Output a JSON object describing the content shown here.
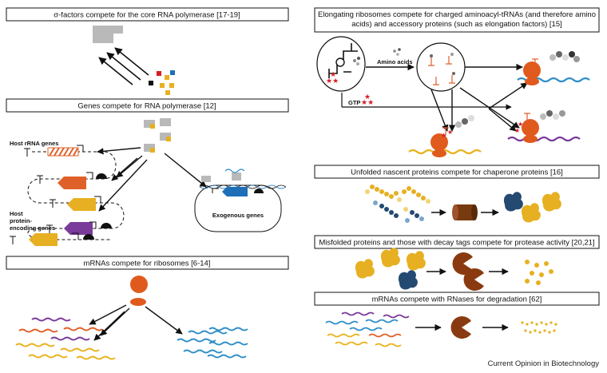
{
  "panels": {
    "sigma": "σ-factors compete for the core RNA polymerase  [17-19]",
    "genes": "Genes compete for RNA polymerase [12]",
    "mrna_ribosomes": "mRNAs compete for ribosomes  [6-14]",
    "elongating": [
      "Elongating ribosomes compete for charged aminoacyl-tRNAs (and therefore amino",
      "acids) and accessory proteins (such as elongation factors) [15]"
    ],
    "unfolded": "Unfolded nascent proteins compete for chaperone proteins [16]",
    "misfolded": "Misfolded proteins and those with decay tags compete for protease activity [20,21]",
    "rnases": "mRNAs compete with RNases for degradation [62]"
  },
  "labels": {
    "host_rrna": "Host rRNA genes",
    "host_protein": [
      "Host",
      "protein-",
      "encoding genes"
    ],
    "exogenous": "Exogenous genes",
    "amino_acids": "Amino acids",
    "gtp": "GTP"
  },
  "footer": "Current Opinion in Biotechnology",
  "colors": {
    "ribosome": "#e05a1e",
    "mrna_blue": "#2f8fc8",
    "mrna_purple": "#7a3a9a",
    "mrna_yellow": "#e8b21a",
    "mrna_orange": "#e0602a",
    "protein_yellow": "#e6b022",
    "protein_navy": "#244a72",
    "protease_brown": "#8a3a10",
    "polymerase_gray": "#b9b9b9",
    "gtp_red": "#d81b25"
  }
}
